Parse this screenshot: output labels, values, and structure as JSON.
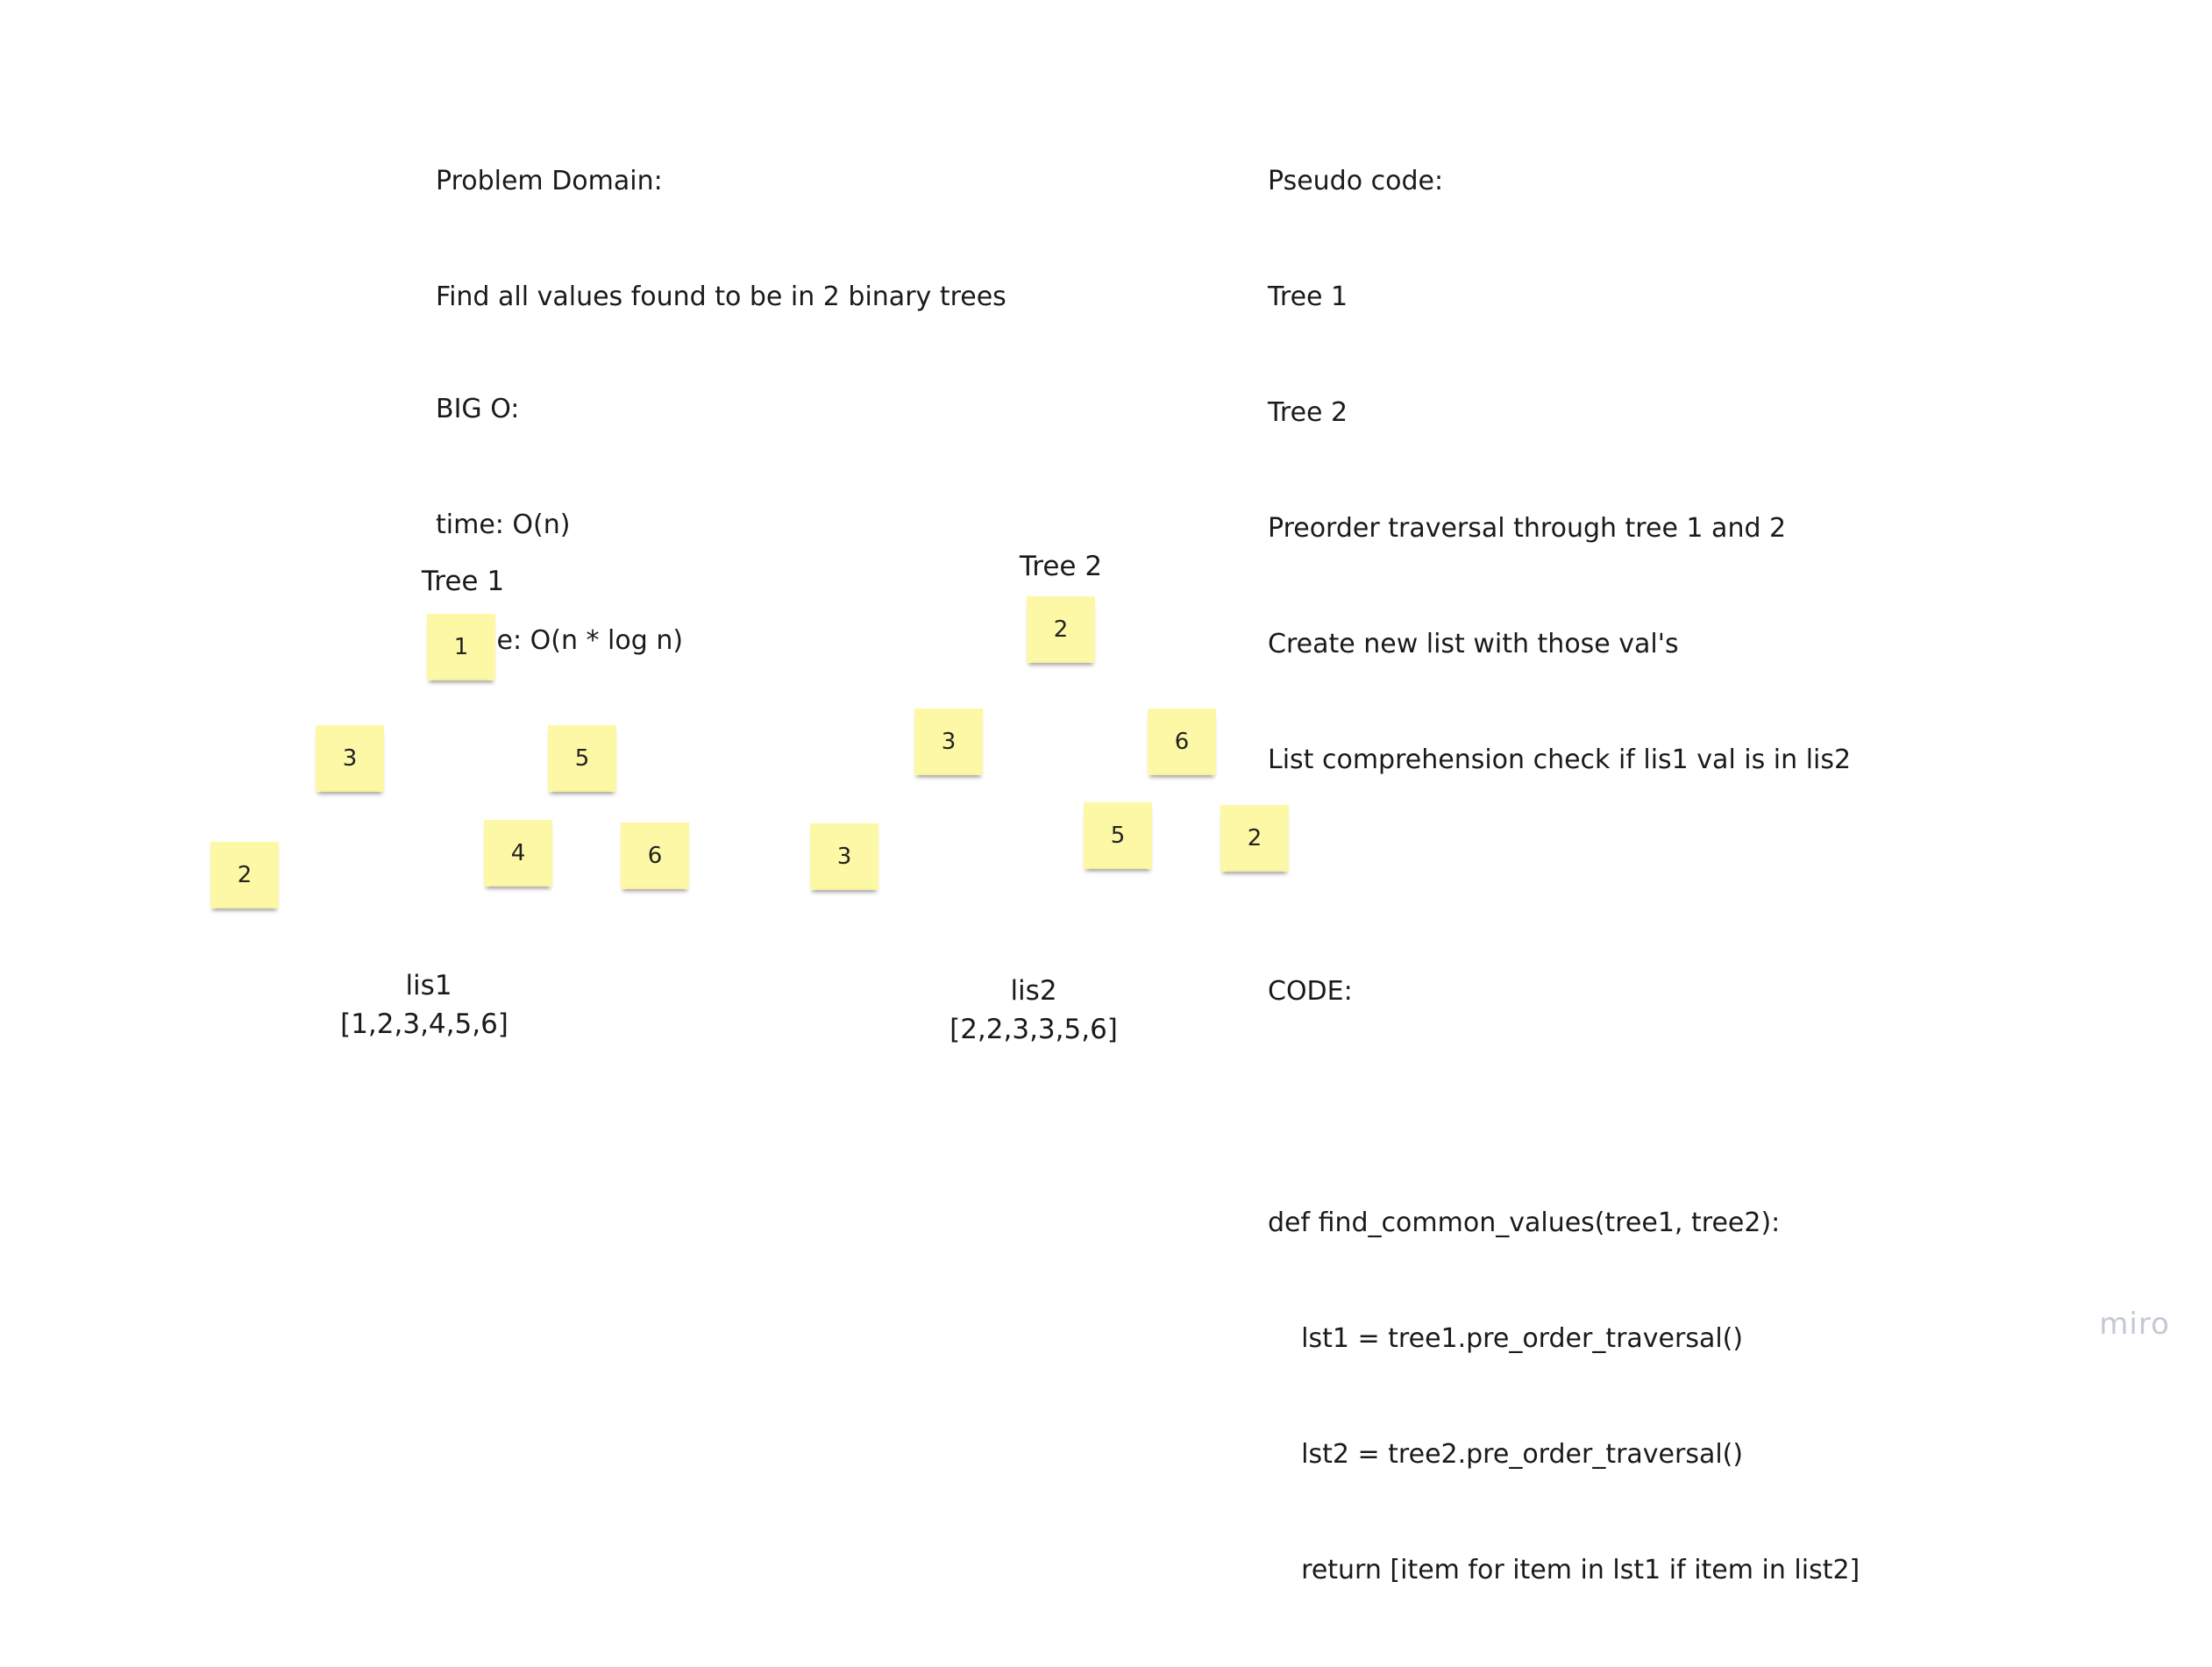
{
  "problem_domain": {
    "heading": "Problem Domain:",
    "text": "Find all values found to be in 2 binary trees"
  },
  "big_o": {
    "heading": "BIG O:",
    "time": "time: O(n)",
    "space": "space: O(n * log n)"
  },
  "pseudo_code": {
    "heading": "Pseudo code:",
    "lines": [
      "Tree 1",
      "Tree 2",
      "Preorder traversal through tree 1 and 2",
      "Create new list with those val's",
      "List comprehension check if lis1 val is in lis2"
    ]
  },
  "code": {
    "heading": "CODE:",
    "lines": [
      "def find_common_values(tree1, tree2):",
      "    lst1 = tree1.pre_order_traversal()",
      "    lst2 = tree2.pre_order_traversal()",
      "    return [item for item in lst1 if item in list2]"
    ]
  },
  "tree1": {
    "title": "Tree 1",
    "nodes": [
      "1",
      "3",
      "5",
      "2",
      "4",
      "6"
    ],
    "list_name": "lis1",
    "list_value": "[1,2,3,4,5,6]"
  },
  "tree2": {
    "title": "Tree 2",
    "nodes": [
      "2",
      "3",
      "6",
      "3",
      "5",
      "2"
    ],
    "list_name": "lis2",
    "list_value": "[2,2,3,3,5,6]"
  },
  "watermark": "miro",
  "colors": {
    "sticky_note": "#fdf8a5",
    "background": "#ffffff",
    "watermark": "#c4c8d6"
  }
}
